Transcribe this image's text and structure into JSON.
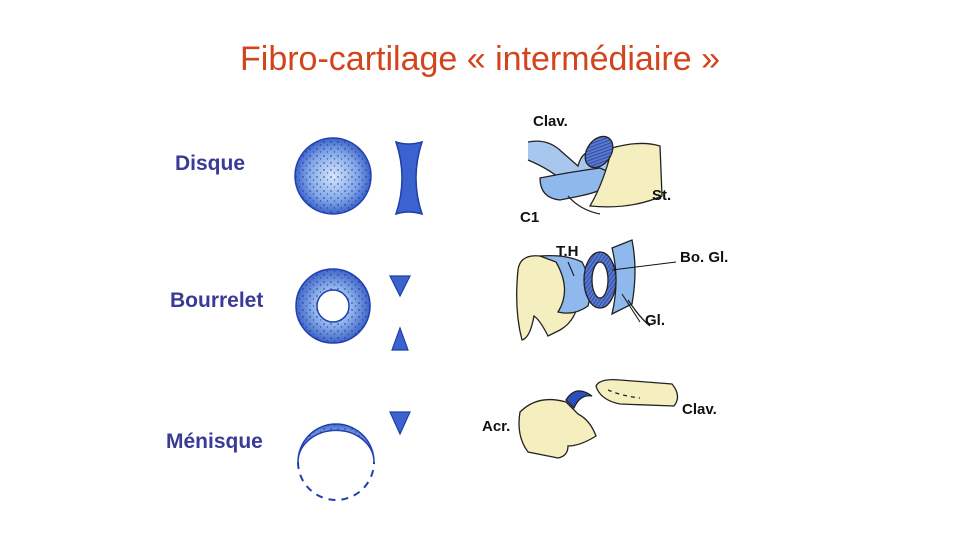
{
  "title": "Fibro-cartilage « intermédiaire »",
  "rows": [
    {
      "label": "Disque"
    },
    {
      "label": "Bourrelet"
    },
    {
      "label": "Ménisque"
    }
  ],
  "labels": {
    "clav_top": "Clav.",
    "st": "St.",
    "c1": "C1",
    "th": "T.H",
    "bo_gl": "Bo. Gl.",
    "gl": "Gl.",
    "acr": "Acr.",
    "clav_bottom": "Clav."
  },
  "colors": {
    "title": "#d2441b",
    "row_label": "#3a3a98",
    "cartilage_dark": "#2a4fc0",
    "cartilage_light": "#8fb8ec",
    "bone": "#f3ecb6"
  }
}
